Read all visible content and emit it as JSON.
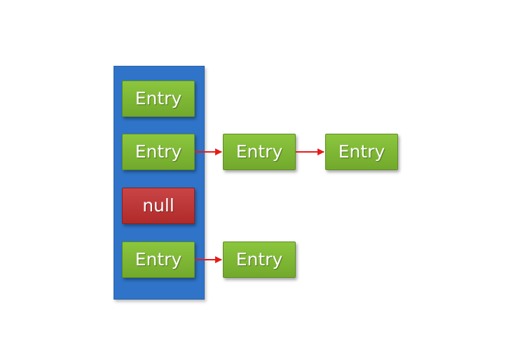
{
  "colors": {
    "bucket_array": "#2f74c8",
    "entry": "#7db635",
    "null": "#bd3535",
    "arrow": "#e61b1b"
  },
  "buckets": [
    {
      "label": "Entry",
      "kind": "entry"
    },
    {
      "label": "Entry",
      "kind": "entry"
    },
    {
      "label": "null",
      "kind": "null"
    },
    {
      "label": "Entry",
      "kind": "entry"
    }
  ],
  "chains": {
    "bucket_1": [
      {
        "label": "Entry"
      },
      {
        "label": "Entry"
      }
    ],
    "bucket_3": [
      {
        "label": "Entry"
      }
    ]
  }
}
